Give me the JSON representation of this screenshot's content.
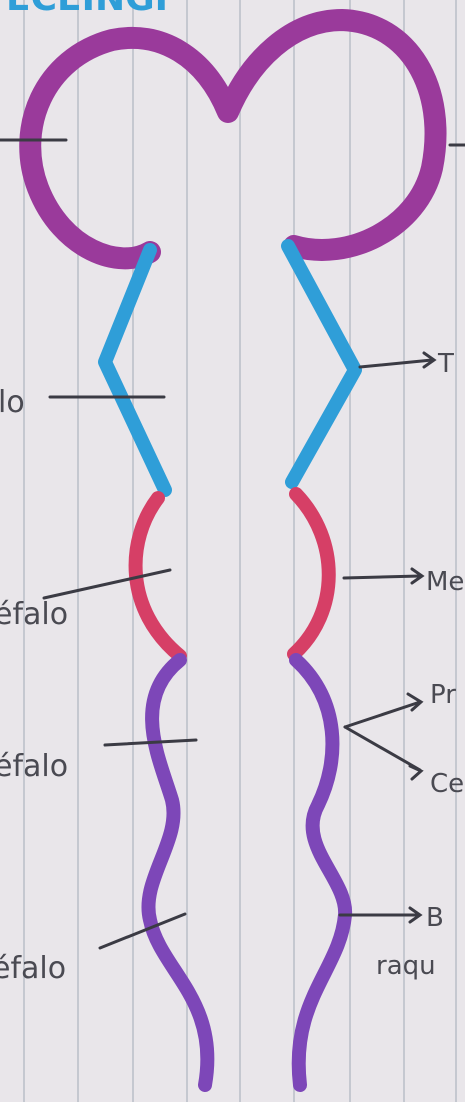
{
  "title_fragment": "ECEINGI",
  "labels_left": [
    {
      "id": "label-left-1",
      "text": ""
    },
    {
      "id": "label-left-2",
      "text": "lo"
    },
    {
      "id": "label-left-3",
      "text": "éfalo"
    },
    {
      "id": "label-left-4",
      "text": "éfalo"
    },
    {
      "id": "label-left-5",
      "text": "éfalo"
    }
  ],
  "labels_right": [
    {
      "id": "label-right-1",
      "text": ""
    },
    {
      "id": "label-right-2",
      "text": "T"
    },
    {
      "id": "label-right-3",
      "text": "Me"
    },
    {
      "id": "label-right-4",
      "text": "Pr"
    },
    {
      "id": "label-right-5",
      "text": "Ce"
    },
    {
      "id": "label-right-6",
      "text": "B"
    },
    {
      "id": "label-right-7",
      "text": "raqu"
    }
  ],
  "colors": {
    "paper": "#e9e6ea",
    "rule_line": "#bfc3cc",
    "magenta": "#9a3a9b",
    "blue": "#2f9ed8",
    "red": "#d63f66",
    "violet": "#7d47b8",
    "ink": "#3b3b44"
  }
}
